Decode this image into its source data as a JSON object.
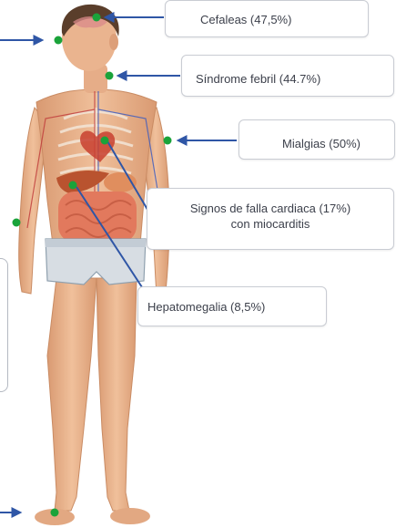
{
  "labels": {
    "cefaleas": "Cefaleas (47,5%)",
    "sindrome_febril": "Síndrome febril (44.7%)",
    "mialgias": "Mialgias (50%)",
    "falla_cardiaca_line1": "Signos de falla cardiaca (17%)",
    "falla_cardiaca_line2": "con miocarditis",
    "hepatomegalia": "Hepatomegalia (8,5%)"
  },
  "colors": {
    "marker": "#1aa33a",
    "arrow": "#2f56a6",
    "skin": "#e9b38e",
    "hair": "#5a3e2b",
    "underwear": "#d7dde3",
    "organs": "#e2795d"
  }
}
